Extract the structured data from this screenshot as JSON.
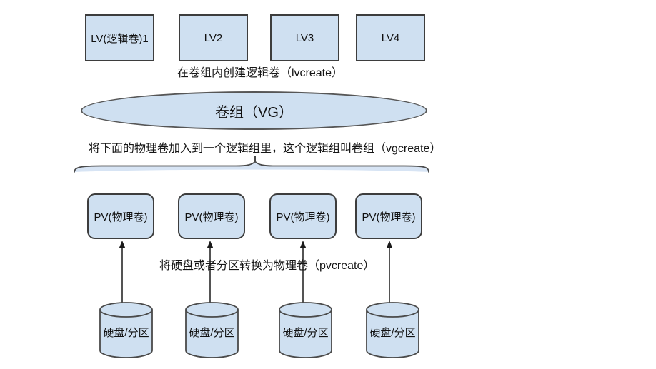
{
  "colors": {
    "shape_fill": "#cfe0f1",
    "shape_border": "#3d3d3d",
    "ellipse_border": "#565656",
    "brace_fill": "#d7e4f4",
    "arrow": "#1a1a1a",
    "background": "#ffffff"
  },
  "lv_row": {
    "boxes": [
      "LV(逻辑卷)1",
      "LV2",
      "LV3",
      "LV4"
    ],
    "caption": "在卷组内创建逻辑卷（lvcreate）"
  },
  "vg": {
    "label": "卷组（VG）",
    "caption": "将下面的物理卷加入到一个逻辑组里，这个逻辑组叫卷组（vgcreate）"
  },
  "pv_row": {
    "boxes": [
      "PV(物理卷)",
      "PV(物理卷)",
      "PV(物理卷)",
      "PV(物理卷)"
    ],
    "caption": "将硬盘或者分区转换为物理卷（pvcreate）"
  },
  "disk_row": {
    "cylinders": [
      "硬盘/分区",
      "硬盘/分区",
      "硬盘/分区",
      "硬盘/分区"
    ]
  }
}
